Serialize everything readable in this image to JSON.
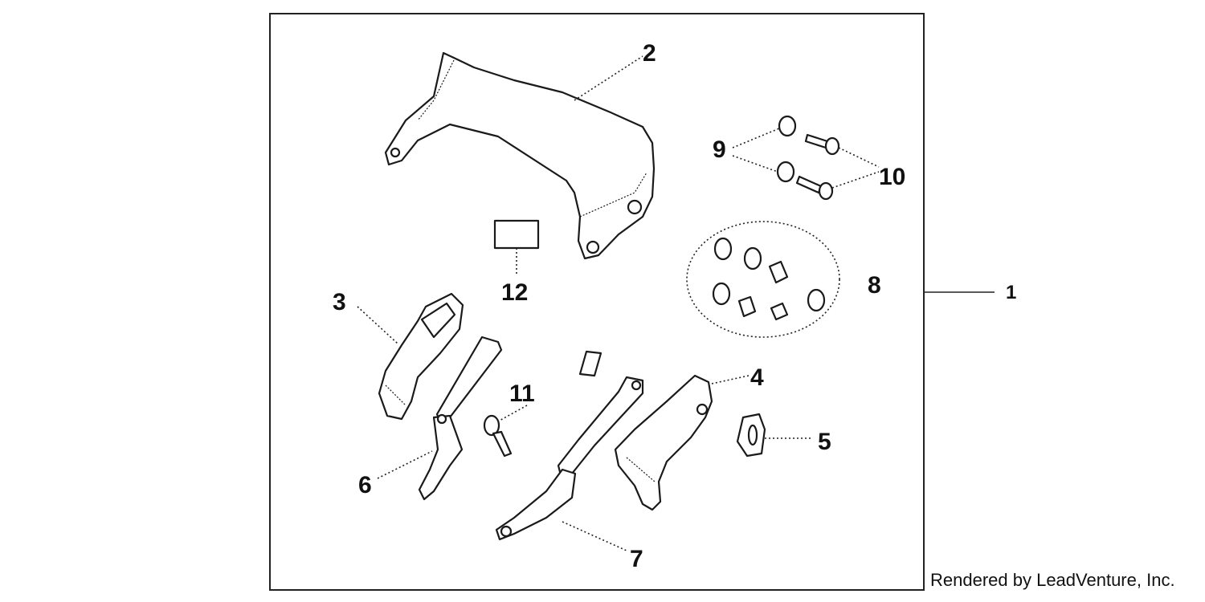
{
  "diagram": {
    "callouts": [
      "1",
      "2",
      "3",
      "4",
      "5",
      "6",
      "7",
      "8",
      "9",
      "10",
      "11",
      "12"
    ],
    "credit": "Rendered by LeadVenture, Inc."
  }
}
